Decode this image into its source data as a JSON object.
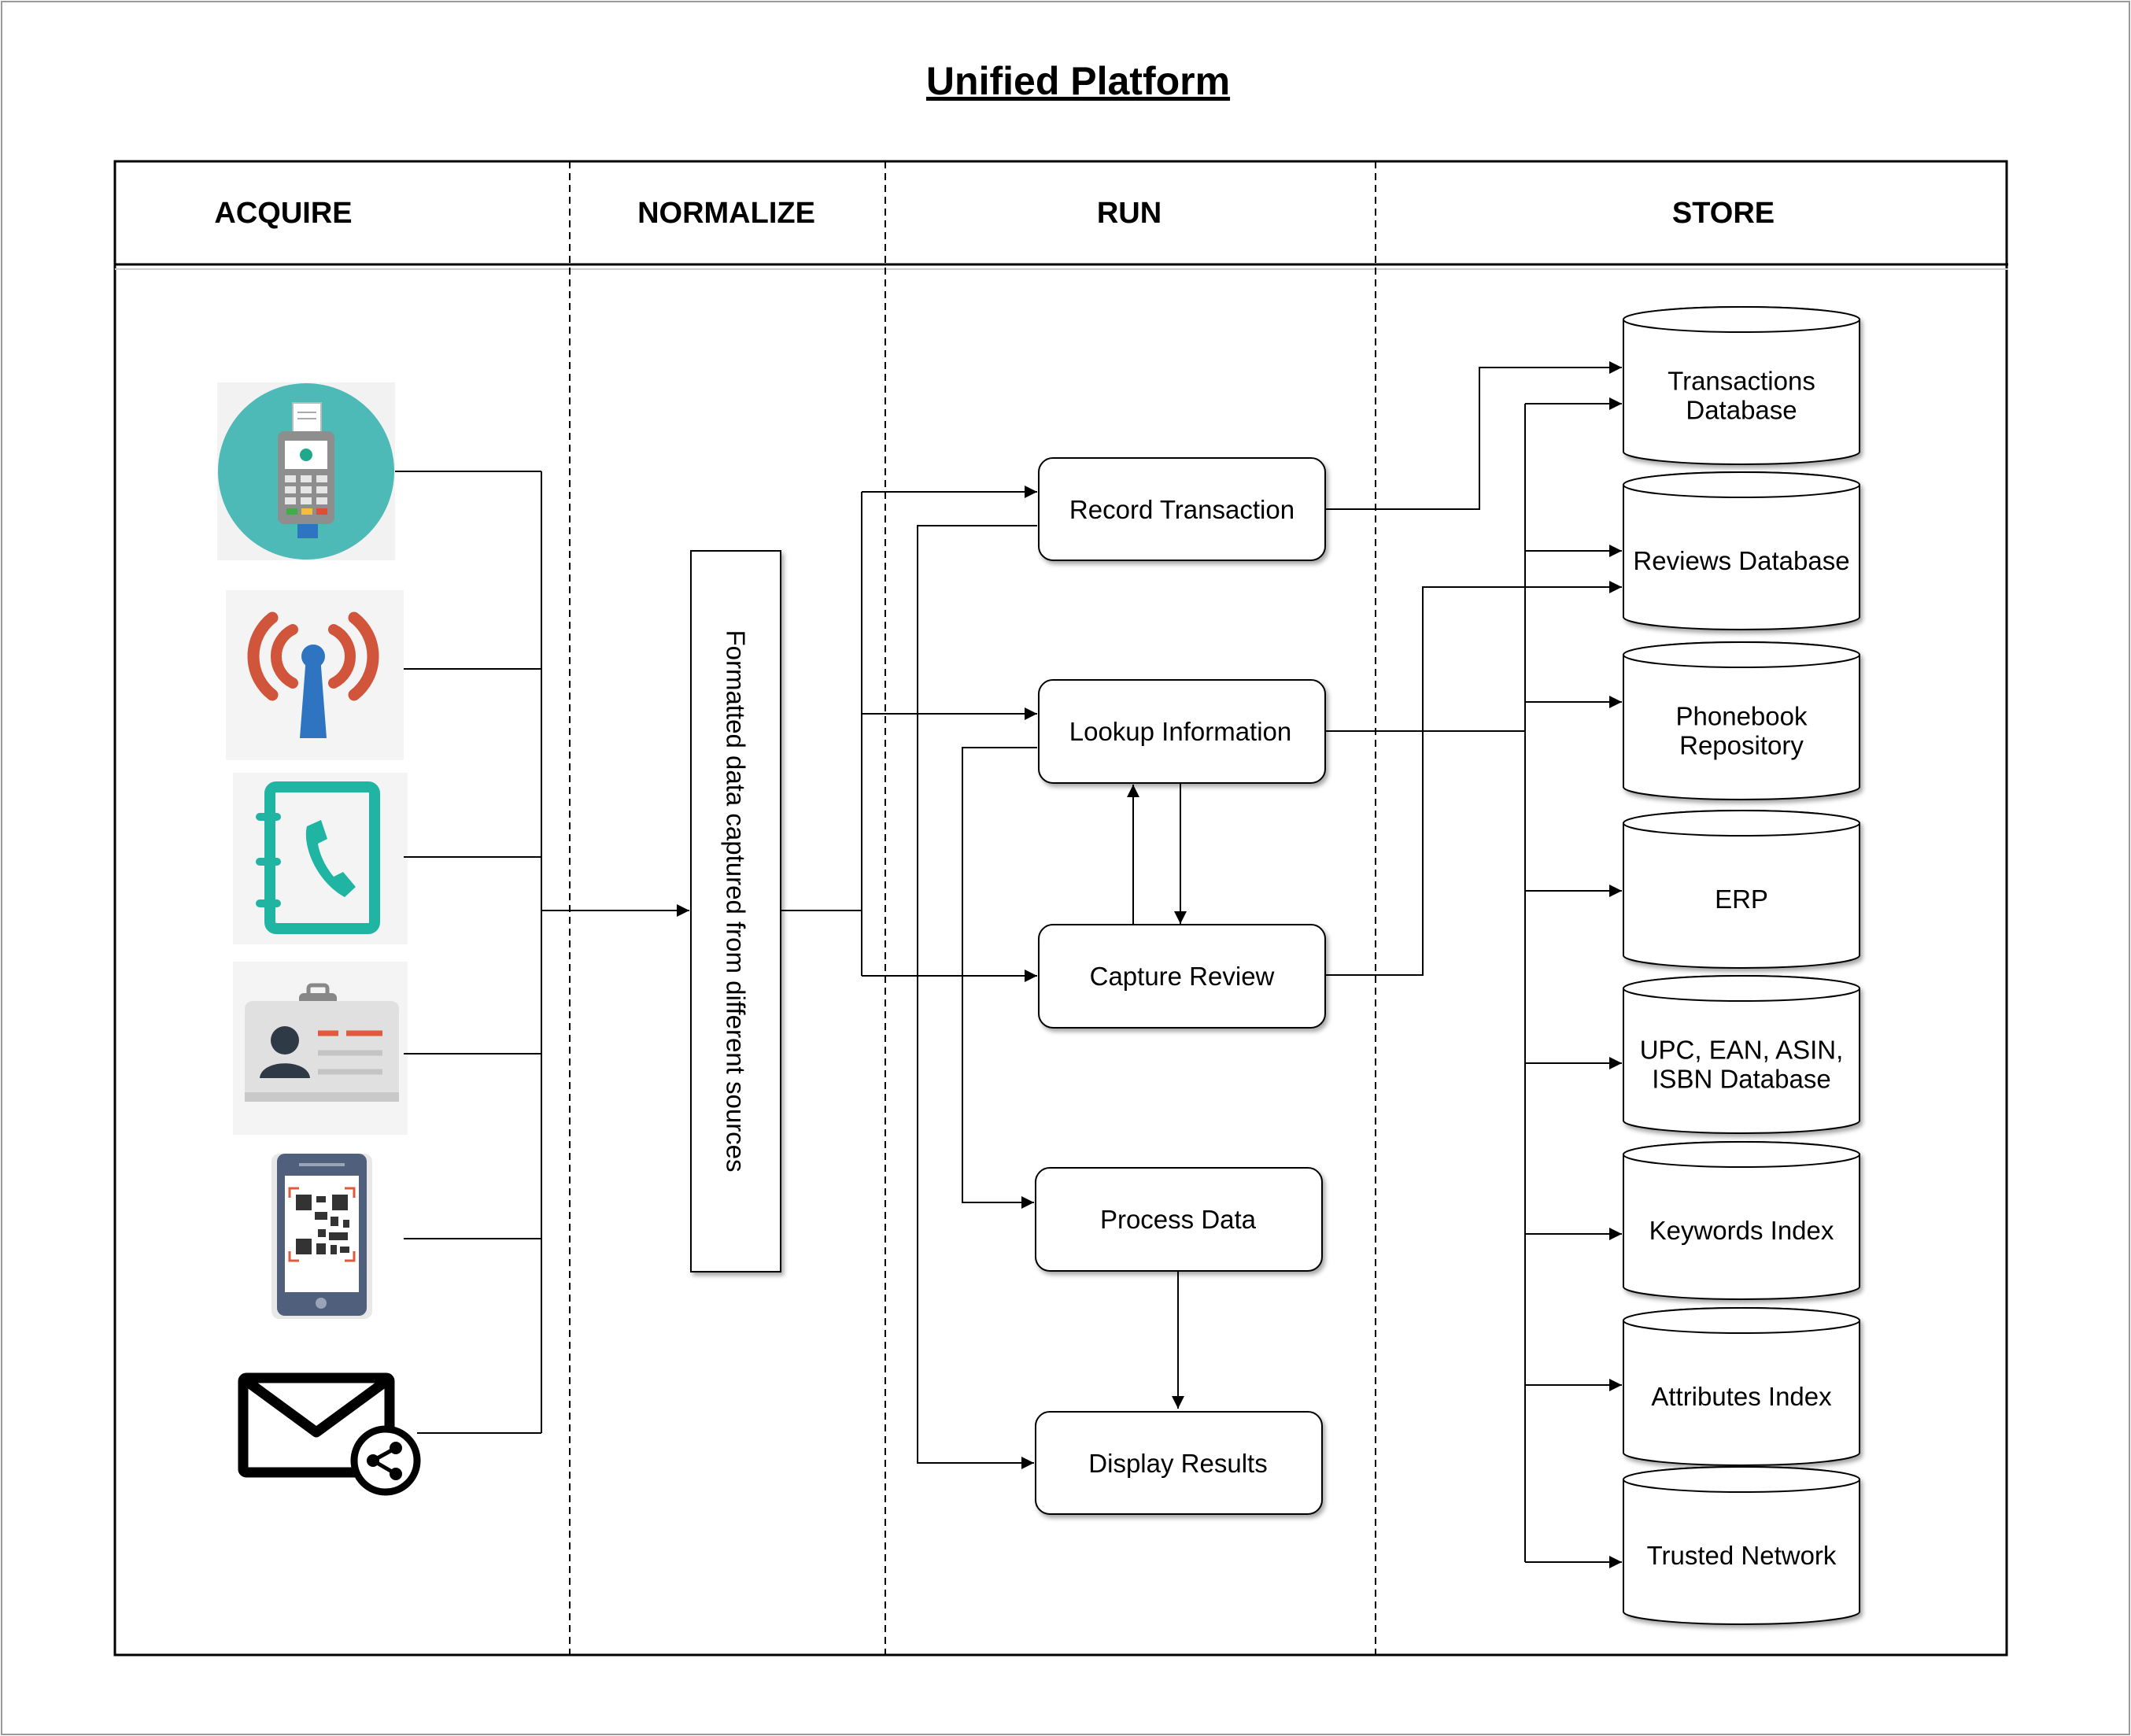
{
  "title": "Unified Platform",
  "lanes": {
    "acquire": "ACQUIRE",
    "normalize": "NORMALIZE",
    "run": "RUN",
    "store": "STORE"
  },
  "sources": [
    {
      "icon": "card-terminal-icon"
    },
    {
      "icon": "signal-tower-icon"
    },
    {
      "icon": "phonebook-icon"
    },
    {
      "icon": "id-badge-icon"
    },
    {
      "icon": "qr-phone-icon"
    },
    {
      "icon": "email-share-icon"
    }
  ],
  "normalize_box": "Formatted data captured from different sources",
  "run_nodes": {
    "record_transaction": "Record Transaction",
    "lookup_information": "Lookup Information",
    "capture_review": "Capture Review",
    "process_data": "Process Data",
    "display_results": "Display Results"
  },
  "stores": [
    {
      "lines": [
        "Transactions",
        "Database"
      ]
    },
    {
      "lines": [
        "Reviews Database"
      ]
    },
    {
      "lines": [
        "Phonebook",
        "Repository"
      ]
    },
    {
      "lines": [
        "ERP"
      ]
    },
    {
      "lines": [
        "UPC, EAN, ASIN,",
        "ISBN Database"
      ]
    },
    {
      "lines": [
        "Keywords Index"
      ]
    },
    {
      "lines": [
        "Attributes Index"
      ]
    },
    {
      "lines": [
        "Trusted Network"
      ]
    }
  ],
  "colors": {
    "teal": "#4dbab7",
    "teal_icon": "#1fb5a2",
    "signal_red": "#d1553a",
    "signal_blue": "#2f74c0",
    "badge_red": "#e15a3e",
    "line": "#000000"
  }
}
